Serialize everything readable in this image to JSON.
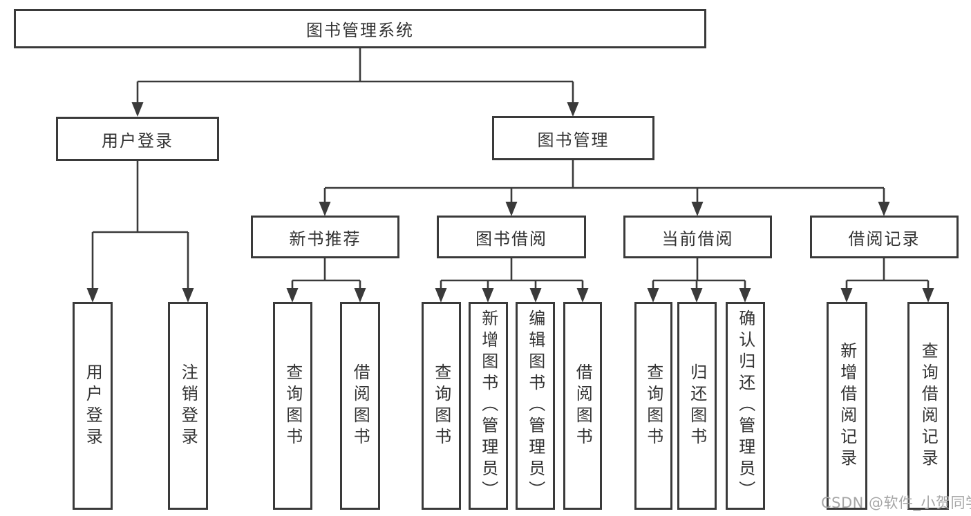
{
  "colors": {
    "line": "#3a3a3a",
    "text": "#333333",
    "background": "#ffffff",
    "watermark": "#a6a6a6"
  },
  "watermark": {
    "text": "CSDN @软件_小贺同学"
  },
  "tree": {
    "root": {
      "label": "图书管理系统",
      "children": [
        {
          "label": "用户登录",
          "children": [
            {
              "label": "用户登录"
            },
            {
              "label": "注销登录"
            }
          ]
        },
        {
          "label": "图书管理",
          "children": [
            {
              "label": "新书推荐",
              "children": [
                {
                  "label": "查询图书"
                },
                {
                  "label": "借阅图书"
                }
              ]
            },
            {
              "label": "图书借阅",
              "children": [
                {
                  "label": "查询图书"
                },
                {
                  "label": "新增图书（管理员）"
                },
                {
                  "label": "编辑图书（管理员）"
                },
                {
                  "label": "借阅图书"
                }
              ]
            },
            {
              "label": "当前借阅",
              "children": [
                {
                  "label": "查询图书"
                },
                {
                  "label": "归还图书"
                },
                {
                  "label": "确认归还（管理员）"
                }
              ]
            },
            {
              "label": "借阅记录",
              "children": [
                {
                  "label": "新增借阅记录"
                },
                {
                  "label": "查询借阅记录"
                }
              ]
            }
          ]
        }
      ]
    }
  }
}
